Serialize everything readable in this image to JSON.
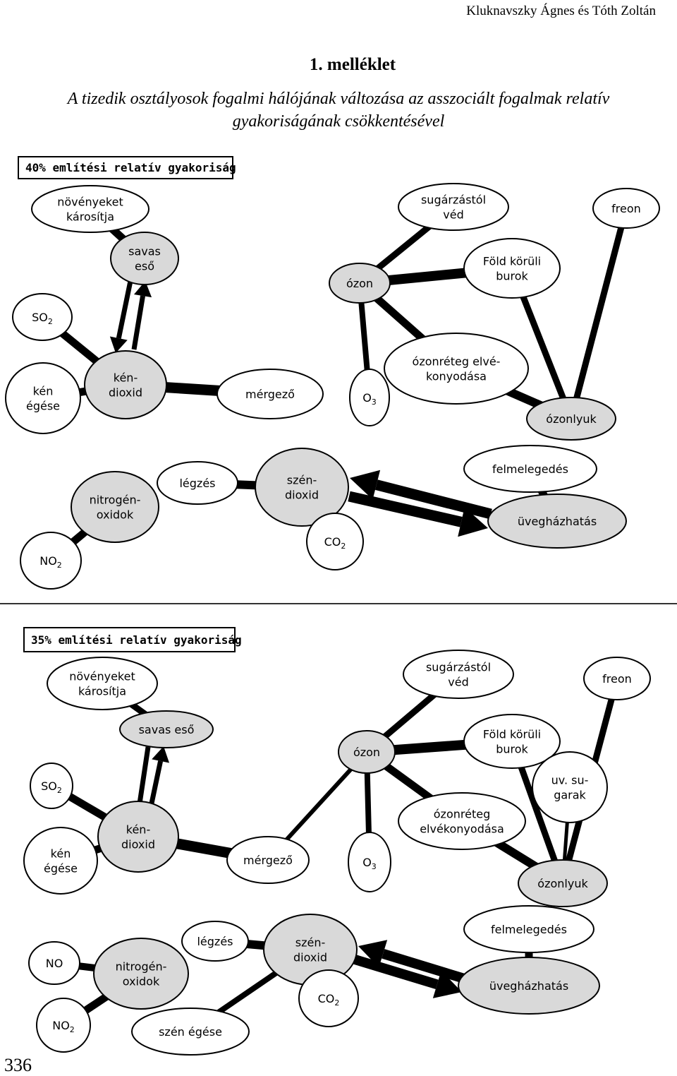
{
  "header": {
    "author": "Kluknavszky Ágnes és Tóth Zoltán",
    "annex_title": "1. melléklet",
    "subtitle_line1": "A tizedik osztályosok fogalmi hálójának változása az asszociált fogalmak relatív",
    "subtitle_line2": "gyakoriságának csökkentésével"
  },
  "maps": [
    {
      "caption": "40% említési relatív gyakoriság",
      "nodes": {
        "novenyeket": {
          "lines": [
            "növényeket",
            "károsítja"
          ],
          "highlight": false
        },
        "savas": {
          "lines": [
            "savas",
            "eső"
          ],
          "highlight": true
        },
        "sugarzas": {
          "lines": [
            "sugárzástól",
            "véd"
          ],
          "highlight": false
        },
        "freon": {
          "lines": [
            "freon"
          ],
          "highlight": false
        },
        "fold": {
          "lines": [
            "Föld körüli",
            "burok"
          ],
          "highlight": false
        },
        "ozon": {
          "lines": [
            "ózon"
          ],
          "highlight": true
        },
        "so2": {
          "lines": [
            "SO"
          ],
          "sub": "2",
          "highlight": false
        },
        "kendioxid": {
          "lines": [
            "kén-",
            "dioxid"
          ],
          "highlight": true
        },
        "kenegese": {
          "lines": [
            "kén",
            "égése"
          ],
          "highlight": false
        },
        "mergezo": {
          "lines": [
            "mérgező"
          ],
          "highlight": false
        },
        "o3": {
          "lines": [
            "O"
          ],
          "sub": "3",
          "highlight": false
        },
        "ozonreteg": {
          "lines": [
            "ózonréteg elvé-",
            "konyodása"
          ],
          "highlight": false
        },
        "ozonlyuk": {
          "lines": [
            "ózonlyuk"
          ],
          "highlight": true
        },
        "nitrogen": {
          "lines": [
            "nitrogén-",
            "oxidok"
          ],
          "highlight": true
        },
        "legzes": {
          "lines": [
            "légzés"
          ],
          "highlight": false
        },
        "szendioxid": {
          "lines": [
            "szén-",
            "dioxid"
          ],
          "highlight": true
        },
        "felmelegedes": {
          "lines": [
            "felmelegedés"
          ],
          "highlight": false
        },
        "uveghaz": {
          "lines": [
            "üvegházhatás"
          ],
          "highlight": true
        },
        "co2": {
          "lines": [
            "CO"
          ],
          "sub": "2",
          "highlight": false
        },
        "no2": {
          "lines": [
            "NO"
          ],
          "sub": "2",
          "highlight": false
        }
      }
    },
    {
      "caption": "35% említési relatív gyakoriság",
      "nodes": {
        "novenyeket": {
          "lines": [
            "növényeket",
            "károsítja"
          ],
          "highlight": false
        },
        "sugarzas": {
          "lines": [
            "sugárzástól",
            "véd"
          ],
          "highlight": false
        },
        "freon": {
          "lines": [
            "freon"
          ],
          "highlight": false
        },
        "savas": {
          "lines": [
            "savas eső"
          ],
          "highlight": true
        },
        "ozon": {
          "lines": [
            "ózon"
          ],
          "highlight": true
        },
        "fold": {
          "lines": [
            "Föld körüli",
            "burok"
          ],
          "highlight": false
        },
        "so2": {
          "lines": [
            "SO"
          ],
          "sub": "2",
          "highlight": false
        },
        "uv": {
          "lines": [
            "uv. su-",
            "garak"
          ],
          "highlight": false
        },
        "ozonreteg": {
          "lines": [
            "ózonréteg",
            "elvékonyodása"
          ],
          "highlight": false
        },
        "kendioxid": {
          "lines": [
            "kén-",
            "dioxid"
          ],
          "highlight": true
        },
        "kenegese": {
          "lines": [
            "kén",
            "égése"
          ],
          "highlight": false
        },
        "mergezo": {
          "lines": [
            "mérgező"
          ],
          "highlight": false
        },
        "o3": {
          "lines": [
            "O"
          ],
          "sub": "3",
          "highlight": false
        },
        "ozonlyuk": {
          "lines": [
            "ózonlyuk"
          ],
          "highlight": true
        },
        "no": {
          "lines": [
            "NO"
          ],
          "highlight": false
        },
        "nitrogen": {
          "lines": [
            "nitrogén-",
            "oxidok"
          ],
          "highlight": true
        },
        "legzes": {
          "lines": [
            "légzés"
          ],
          "highlight": false
        },
        "szendioxid": {
          "lines": [
            "szén-",
            "dioxid"
          ],
          "highlight": true
        },
        "felmelegedes": {
          "lines": [
            "felmelegedés"
          ],
          "highlight": false
        },
        "uveghaz": {
          "lines": [
            "üvegházhatás"
          ],
          "highlight": true
        },
        "co2": {
          "lines": [
            "CO"
          ],
          "sub": "2",
          "highlight": false
        },
        "no2": {
          "lines": [
            "NO"
          ],
          "sub": "2",
          "highlight": false
        },
        "szenegese": {
          "lines": [
            "szén égése"
          ],
          "highlight": false
        }
      }
    }
  ],
  "colors": {
    "highlight_fill": "#d9d9d9",
    "node_fill": "#ffffff",
    "stroke": "#000000"
  },
  "footer": {
    "page_number": "336"
  }
}
